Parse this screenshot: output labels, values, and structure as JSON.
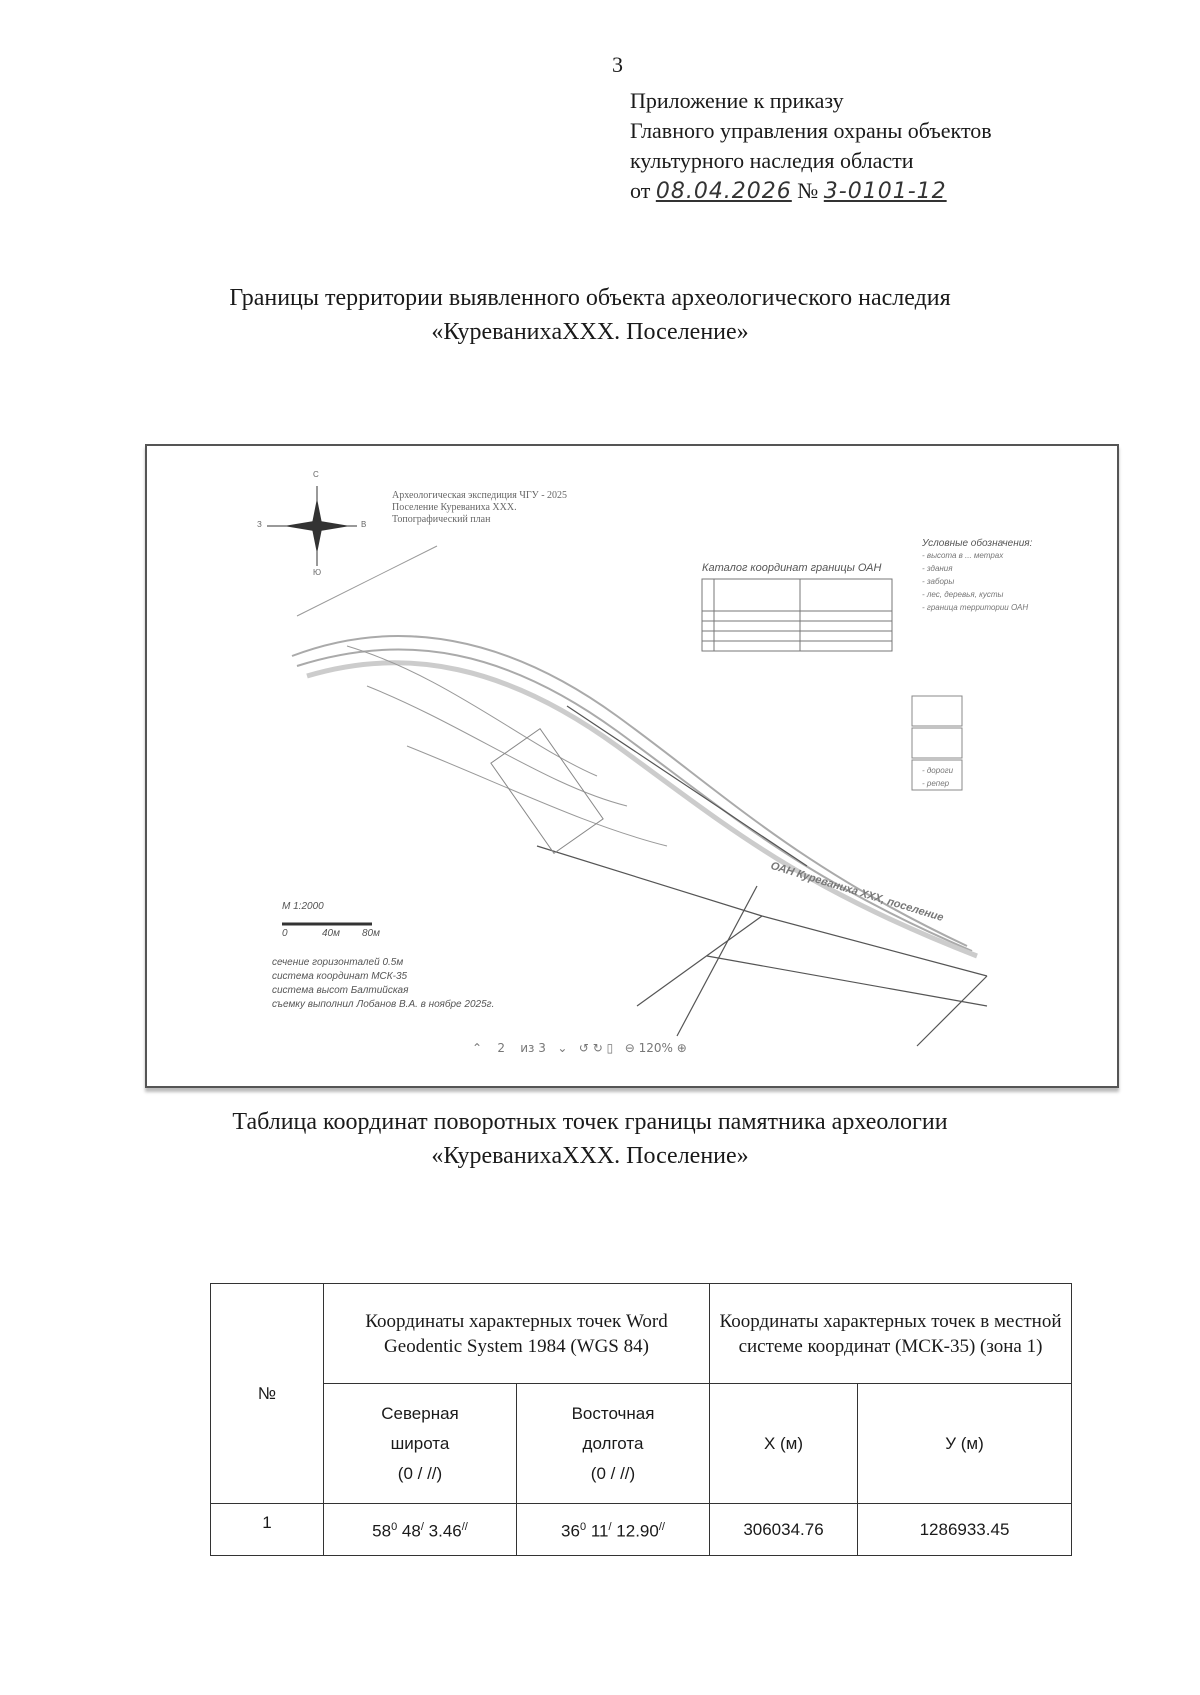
{
  "page_number": "3",
  "header": {
    "lines": [
      "Приложение к приказу",
      "Главного управления охраны объектов",
      "культурного наследия области"
    ],
    "from_label": "от",
    "date": "08.04.2026",
    "number_label": "№",
    "number": "3-0101-12"
  },
  "title": {
    "line1": "Границы территории выявленного объекта археологического наследия",
    "line2": "«КуреваниxaXXX. Поселение»"
  },
  "map": {
    "caption_lines": [
      "Археологическая экспедиция ЧГУ - 2025",
      "Поселение Куреваниха XXX.",
      "Топографический план"
    ],
    "compass": {
      "north": "С",
      "west": "З",
      "east": "В",
      "south": "Ю"
    },
    "catalog_title": "Каталог координат границы ОАН",
    "object_label": "ОАН Куреваниха XXX, поселение",
    "scale": "М 1:2000",
    "scale_ticks": [
      "0",
      "40м",
      "80м"
    ],
    "notes": [
      "сечение горизонталей 0.5м",
      "система координат МСК-35",
      "система высот Балтийская",
      "съемку выполнил Лобанов В.А. в ноябре 2025г."
    ],
    "legend_title": "Условные обозначения:",
    "legend_items": [
      "- высота в ... метрах",
      "- здания",
      "- заборы",
      "- лес, деревья, кусты",
      "- граница территории ОАН",
      "- дороги",
      "- репер"
    ],
    "viewer_toolbar": {
      "page": "2",
      "of": "из 3",
      "zoom": "120%"
    }
  },
  "table_title": {
    "line1": "Таблица координат поворотных точек границы памятника археологии",
    "line2": "«КуреваниxaXXX. Поселение»"
  },
  "table": {
    "col_num": "№",
    "group_wgs": "Координаты характерных точек Word Geodentic System 1984 (WGS 84)",
    "group_msk": "Координаты характерных точек в местной системе координат (МСК-35) (зона 1)",
    "lat_header": [
      "Северная",
      "широта"
    ],
    "lon_header": [
      "Восточная",
      "долгота"
    ],
    "units_dms": "(0 / //)",
    "x_header": "X (м)",
    "y_header": "У (м)",
    "rows": [
      {
        "n": "1",
        "lat": {
          "d": "58",
          "m": "48",
          "s": "3.46"
        },
        "lon": {
          "d": "36",
          "m": "11",
          "s": "12.90"
        },
        "x": "306034.76",
        "y": "1286933.45"
      }
    ]
  }
}
